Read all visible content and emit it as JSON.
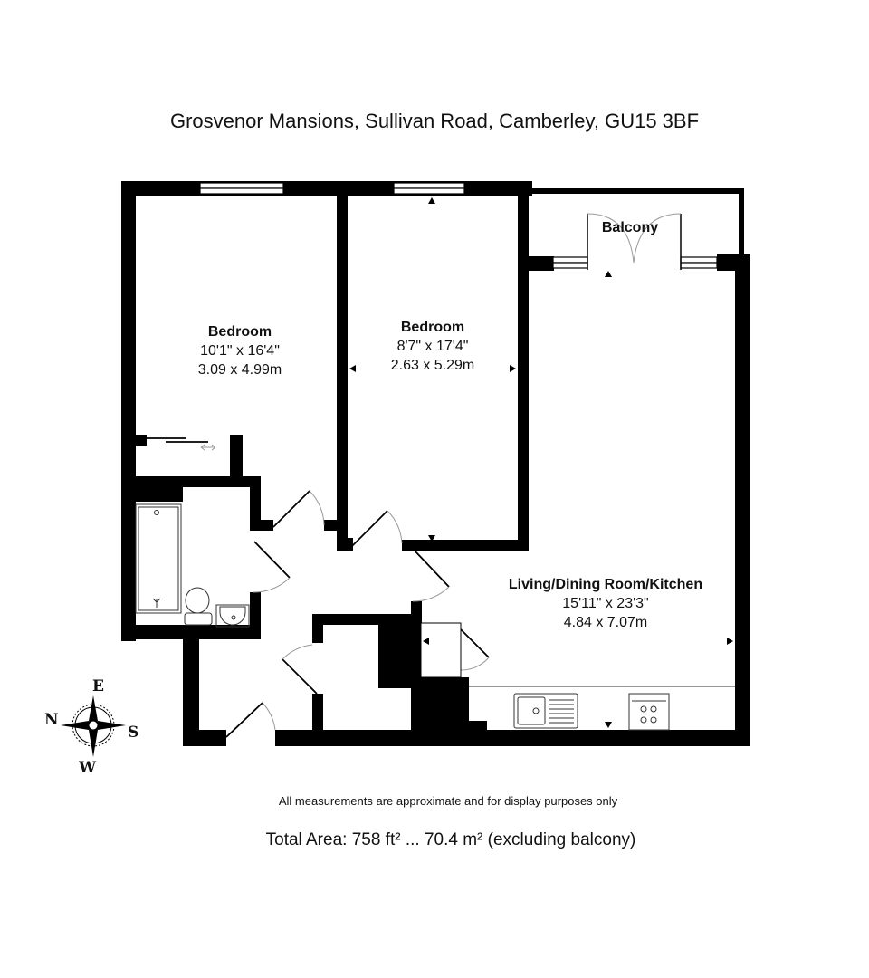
{
  "header": {
    "address": "Grosvenor Mansions, Sullivan Road, Camberley, GU15 3BF"
  },
  "rooms": [
    {
      "name": "Bedroom",
      "imperial": "10'1\" x 16'4\"",
      "metric": "3.09 x 4.99m"
    },
    {
      "name": "Bedroom",
      "imperial": "8'7\" x 17'4\"",
      "metric": "2.63 x 5.29m"
    },
    {
      "name": "Balcony"
    },
    {
      "name": "Living/Dining Room/Kitchen",
      "imperial": "15'11\" x 23'3\"",
      "metric": "4.84 x 7.07m"
    }
  ],
  "compass": {
    "top": "E",
    "left": "N",
    "right": "S",
    "bottom": "W"
  },
  "footer": {
    "disclaimer": "All measurements are approximate and for display purposes only",
    "total_area": "Total Area: 758 ft² ... 70.4 m² (excluding balcony)"
  },
  "colors": {
    "wall": "#000000",
    "fixture_line": "#333333",
    "door_arc": "#999999",
    "background": "#ffffff"
  }
}
